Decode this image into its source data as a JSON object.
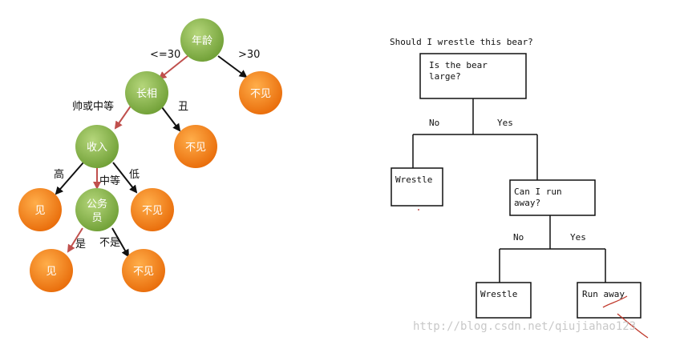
{
  "left_tree": {
    "nodes": {
      "root": "年龄",
      "appearance": "长相",
      "income": "收入",
      "civil_servant_line1": "公务",
      "civil_servant_line2": "员",
      "no_meet_1": "不见",
      "no_meet_2": "不见",
      "no_meet_3": "不见",
      "no_meet_4": "不见",
      "meet_1": "见",
      "meet_2": "见"
    },
    "edges": {
      "age_le30": "<=30",
      "age_gt30": ">30",
      "handsome_or_medium": "帅或中等",
      "ugly": "丑",
      "high": "高",
      "medium": "中等",
      "low": "低",
      "yes": "是",
      "no": "不是"
    },
    "colors": {
      "green_node": "#8ab84a",
      "orange_node": "#f27a12",
      "highlight_edge": "#c0504d",
      "edge": "#111111"
    }
  },
  "right_tree": {
    "title": "Should I wrestle this bear?",
    "boxes": {
      "root_line1": "Is the bear",
      "root_line2": "large?",
      "wrestle_1": "Wrestle",
      "run_q_line1": "Can I run",
      "run_q_line2": "away?",
      "wrestle_2": "Wrestle",
      "run_away": "Run away"
    },
    "edges": {
      "no_1": "No",
      "yes_1": "Yes",
      "no_2": "No",
      "yes_2": "Yes"
    }
  },
  "watermark": "http://blog.csdn.net/qiujiahao123"
}
